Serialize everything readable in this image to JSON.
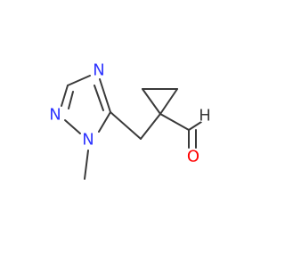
{
  "molecule": {
    "atoms": [
      {
        "id": "n-top",
        "symbol": "N",
        "color": "#2f35ff"
      },
      {
        "id": "n-left",
        "symbol": "N",
        "color": "#2f35ff"
      },
      {
        "id": "n-methyl",
        "symbol": "N",
        "color": "#2f35ff"
      },
      {
        "id": "o-aldehyde",
        "symbol": "O",
        "color": "#ff0000"
      },
      {
        "id": "h-aldehyde",
        "symbol": "H",
        "color": "#3a3a3a"
      }
    ],
    "bond_color": "#3a3a3a"
  }
}
